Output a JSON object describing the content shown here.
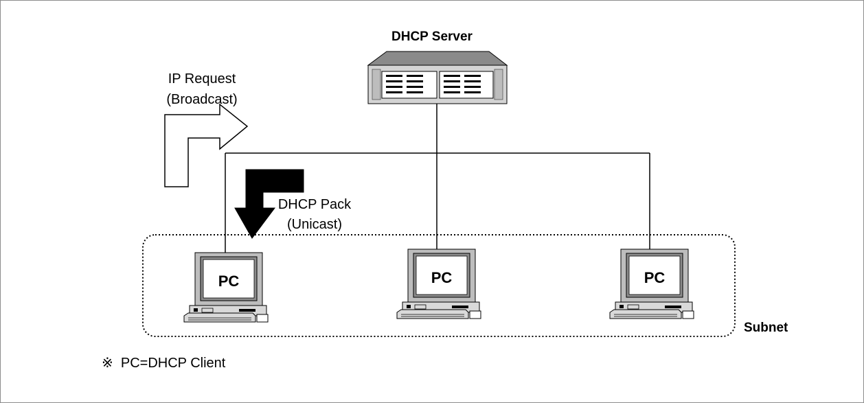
{
  "server": {
    "label": "DHCP Server"
  },
  "broadcast_arrow": {
    "line1": "IP Request",
    "line2": "(Broadcast)"
  },
  "unicast_arrow": {
    "line1": "DHCP Pack",
    "line2": "(Unicast)"
  },
  "clients": [
    {
      "label": "PC"
    },
    {
      "label": "PC"
    },
    {
      "label": "PC"
    }
  ],
  "subnet": {
    "label": "Subnet"
  },
  "legend": {
    "text": "※  PC=DHCP Client"
  }
}
